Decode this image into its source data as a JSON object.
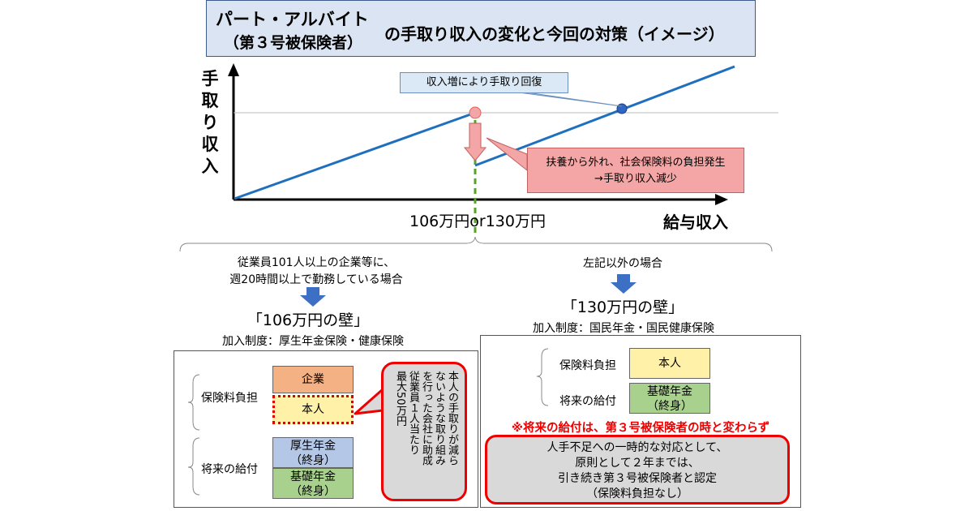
{
  "header": {
    "title_line1": "パート・アルバイト",
    "title_line2": "（第３号被保険者）",
    "title_rest": "の手取り収入の変化と今回の対策（イメージ）"
  },
  "graph": {
    "y_label": "手取り収入",
    "x_label": "給与収入",
    "threshold_label": "106万円or130万円",
    "recovery_callout": "収入増により手取り回復",
    "drop_callout_line1": "扶養から外れ、社会保険料の負担発生",
    "drop_callout_line2": "→手取り収入減少"
  },
  "left": {
    "condition_line1": "従業員101人以上の企業等に、",
    "condition_line2": "週20時間以上で勤務している場合",
    "wall": "「106万円の壁」",
    "system": "加入制度：厚生年金保険・健康保険",
    "premium_label": "保険料負担",
    "company": "企業",
    "self": "本人",
    "benefit_label": "将来の給付",
    "pension1_line1": "厚生年金",
    "pension1_line2": "（終身）",
    "pension2_line1": "基礎年金",
    "pension2_line2": "（終身）",
    "subsidy_lines": [
      "本人の手取りが減ら",
      "ないような取り組み",
      "を行った会社に助成",
      "従業員１人当たり",
      "最大50万円"
    ]
  },
  "right": {
    "condition": "左記以外の場合",
    "wall": "「130万円の壁」",
    "system": "加入制度：国民年金・国民健康保険",
    "premium_label": "保険料負担",
    "self": "本人",
    "benefit_label": "将来の給付",
    "pension_line1": "基礎年金",
    "pension_line2": "（終身）",
    "note": "※将来の給付は、第３号被保険者の時と変わらず",
    "box_lines": [
      "人手不足への一時的な対応として、",
      "原則として２年までは、",
      "引き続き第３号被保険者と認定",
      "（保険料負担なし）"
    ]
  },
  "colors": {
    "line": "#1f6fbf",
    "threshold": "#5aa02c",
    "alert": "#ee0000",
    "company_fill": "#f4b183",
    "self_fill": "#fff2a8",
    "pension_blue": "#b4c7e7",
    "pension_green": "#a9d18e"
  }
}
